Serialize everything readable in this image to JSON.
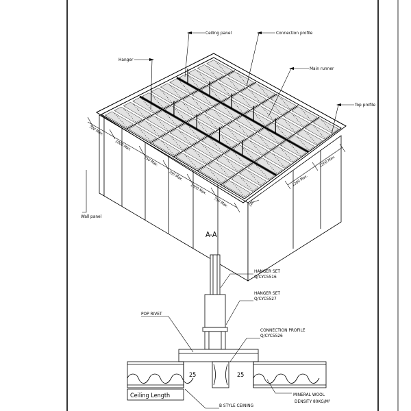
{
  "iso_labels": {
    "ceiling_panel": "Ceiling panel",
    "connection_profile": "Connection profile",
    "hanger": "Hanger",
    "main_runner": "Main runner",
    "top_profile": "Top profile",
    "wall_panel": "Wall panel"
  },
  "dimensions": {
    "front": [
      "700 Max.",
      "1000 Max.",
      "750 Max.",
      "700 Max.",
      "1000 Max.",
      "750 Max."
    ],
    "side": [
      "1200 Max.",
      "1200 Max."
    ],
    "small": "125"
  },
  "section": {
    "title": "A-A",
    "hanger_set_1": "HANGER SET",
    "hanger_set_1_code": "Q/CYC5516",
    "hanger_set_2": "HANGER SET",
    "hanger_set_2_code": "Q/CYC5527",
    "pop_rivet": "POP RIVET",
    "connection_profile": "CONNECTION PROFILE",
    "connection_profile_code": "Q/CYC5526",
    "gap_left": "25",
    "gap_right": "25",
    "ceiling_length": "Ceiling Length",
    "b_style": "B STYLE CEINING",
    "mineral_wool": "MINERAL WOOL",
    "density": "DENSITY 80KG/M³"
  }
}
